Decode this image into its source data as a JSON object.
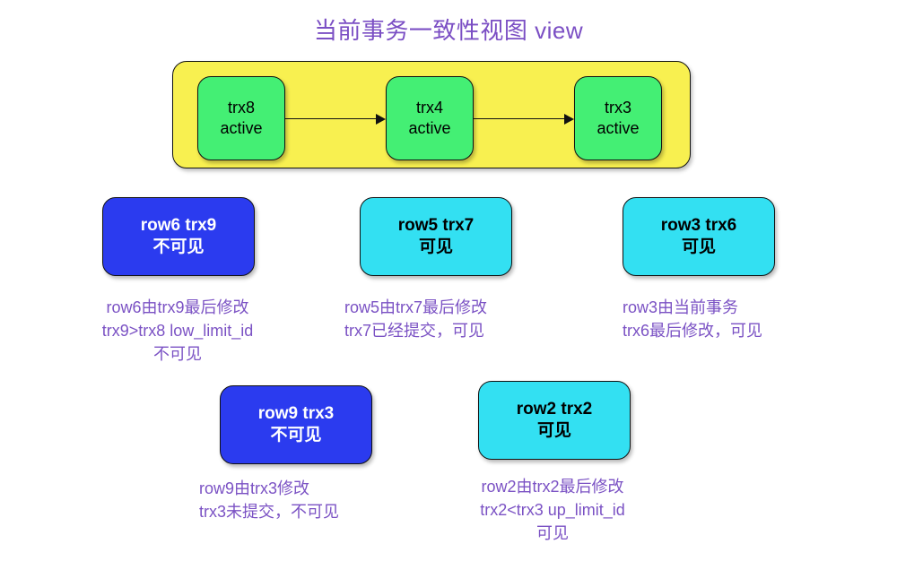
{
  "page": {
    "title": "当前事务一致性视图 view",
    "background": "#ffffff",
    "accent_purple": "#7b52c4",
    "title_purple": "#7b4fc4"
  },
  "view_band": {
    "name": "consistent-read-view",
    "fill": "#f8f050",
    "transactions": [
      {
        "id": "trx8",
        "line1": "trx8",
        "line2": "active",
        "fill": "#44ef74"
      },
      {
        "id": "trx4",
        "line1": "trx4",
        "line2": "active",
        "fill": "#44ef74"
      },
      {
        "id": "trx3",
        "line1": "trx3",
        "line2": "active",
        "fill": "#44ef74"
      }
    ],
    "arrows": [
      {
        "from": "trx8",
        "to": "trx4"
      },
      {
        "from": "trx4",
        "to": "trx3"
      }
    ]
  },
  "rows": [
    {
      "key": "row6",
      "line1": "row6 trx9",
      "line2": "不可见",
      "visibility": "不可见",
      "fill": "#2b3bef",
      "text_color": "#ffffff",
      "note": [
        "row6由trx9最后修改",
        "trx9>trx8 low_limit_id",
        "不可见"
      ],
      "note_align": "center"
    },
    {
      "key": "row5",
      "line1": "row5 trx7",
      "line2": "可见",
      "visibility": "可见",
      "fill": "#33e0f2",
      "text_color": "#000000",
      "note": [
        "row5由trx7最后修改",
        "trx7已经提交，可见"
      ],
      "note_align": "left"
    },
    {
      "key": "row3",
      "line1": "row3 trx6",
      "line2": "可见",
      "visibility": "可见",
      "fill": "#33e0f2",
      "text_color": "#000000",
      "note": [
        "row3由当前事务",
        "trx6最后修改，可见"
      ],
      "note_align": "left"
    },
    {
      "key": "row9",
      "line1": "row9 trx3",
      "line2": "不可见",
      "visibility": "不可见",
      "fill": "#2b3bef",
      "text_color": "#ffffff",
      "note": [
        "row9由trx3修改",
        "trx3未提交，不可见"
      ],
      "note_align": "left"
    },
    {
      "key": "row2",
      "line1": "row2 trx2",
      "line2": "可见",
      "visibility": "可见",
      "fill": "#33e0f2",
      "text_color": "#000000",
      "note": [
        "row2由trx2最后修改",
        "trx2<trx3 up_limit_id",
        "可见"
      ],
      "note_align": "center"
    }
  ]
}
